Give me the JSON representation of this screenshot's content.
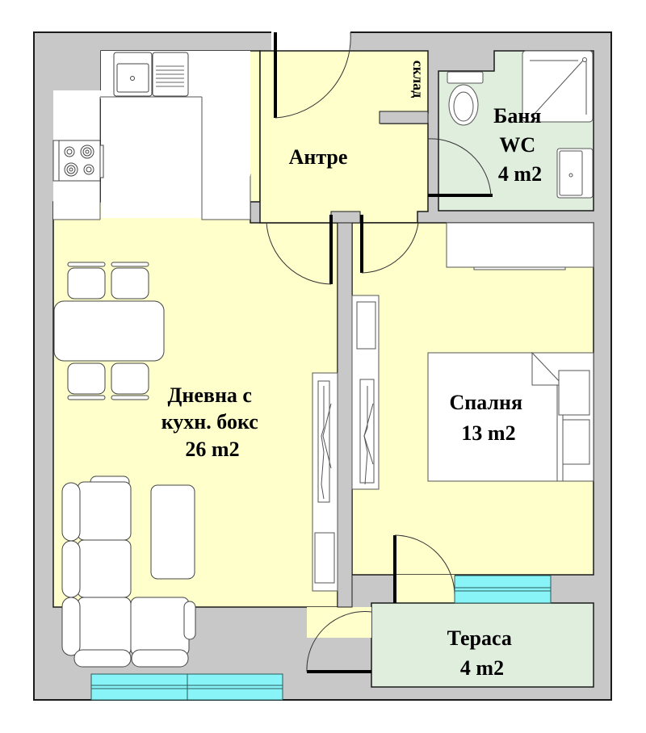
{
  "plan": {
    "colors": {
      "wall": "#c8c8c8",
      "wall_stroke": "#1a1a1a",
      "living": "#ffffcc",
      "wet": "#dfeedd",
      "window": "#88f4f8",
      "furniture": "#ffffff"
    },
    "rooms": [
      {
        "id": "living",
        "lines": [
          "Дневна с",
          "кухн. бокс",
          "26 m2"
        ]
      },
      {
        "id": "hall",
        "lines": [
          "Антре"
        ]
      },
      {
        "id": "storage",
        "lines": [
          "склад"
        ]
      },
      {
        "id": "bathroom",
        "lines": [
          "Баня",
          "WC",
          "4 m2"
        ]
      },
      {
        "id": "bedroom",
        "lines": [
          "Спалня",
          "13 m2"
        ]
      },
      {
        "id": "terrace",
        "lines": [
          "Тераса",
          "4 m2"
        ]
      }
    ]
  }
}
